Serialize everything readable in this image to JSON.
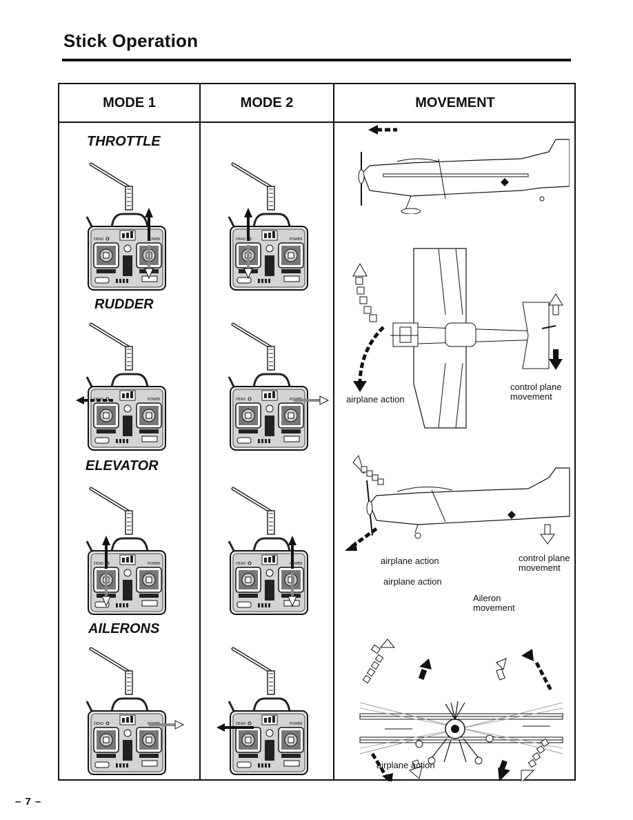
{
  "page": {
    "title": "Stick Operation",
    "page_number": "– 7 –"
  },
  "table": {
    "headers": {
      "mode1": "MODE 1",
      "mode2": "MODE 2",
      "movement": "MOVEMENT"
    },
    "sections": [
      {
        "id": "throttle",
        "label": "THROTTLE"
      },
      {
        "id": "rudder",
        "label": "RUDDER"
      },
      {
        "id": "elevator",
        "label": "ELEVATOR"
      },
      {
        "id": "ailerons",
        "label": "AILERONS"
      }
    ]
  },
  "captions": {
    "rudder_airplane_action": "airplane action",
    "rudder_control_plane": "control plane movement",
    "elevator_airplane_action": "airplane action",
    "elevator_control_plane": "control plane movement",
    "ailerons_airplane_action_top": "airplane action",
    "ailerons_aileron_movement": "Aileron movement",
    "ailerons_airplane_action_bottom": "airplane action"
  }
}
